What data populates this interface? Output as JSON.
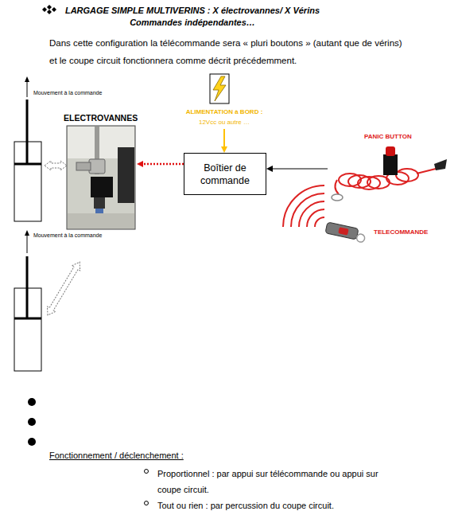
{
  "diagram": {
    "title": "LARGAGE SIMPLE MULTIVERINS : X électrovannes/ X Vérins Commandes indépendantes…",
    "nodes": [
      {
        "text": [
          "ALIMENTATION à BORD :",
          "12Vcc ou autre …"
        ]
      },
      {
        "text": [
          "ELECTROVANNES"
        ]
      },
      {
        "text": [
          "Boîtier de commande"
        ]
      },
      {
        "text": [
          "PANIC BUTTON"
        ]
      },
      {
        "text": [
          "TELECOMMANDE"
        ]
      }
    ],
    "edges": [
      {
        "from": 0,
        "to": 2,
        "arrow": "to"
      },
      {
        "from": 2,
        "to": 1,
        "arrow": "to"
      },
      {
        "from": 3,
        "to": 2,
        "arrow": "to"
      }
    ],
    "labels": [
      "Dans cette configuration la télécommande sera « pluri boutons » (autant que de vérins) et le coupe circuit fonctionnera comme décrit précédemment.",
      "Mouvement à la commande",
      "Mouvement à la commande",
      "Fonctionnement / déclenchement :",
      "Proportionnel : par appui sur télécommande ou appui sur coupe circuit.",
      "Tout ou rien : par percussion du coupe circuit."
    ]
  }
}
